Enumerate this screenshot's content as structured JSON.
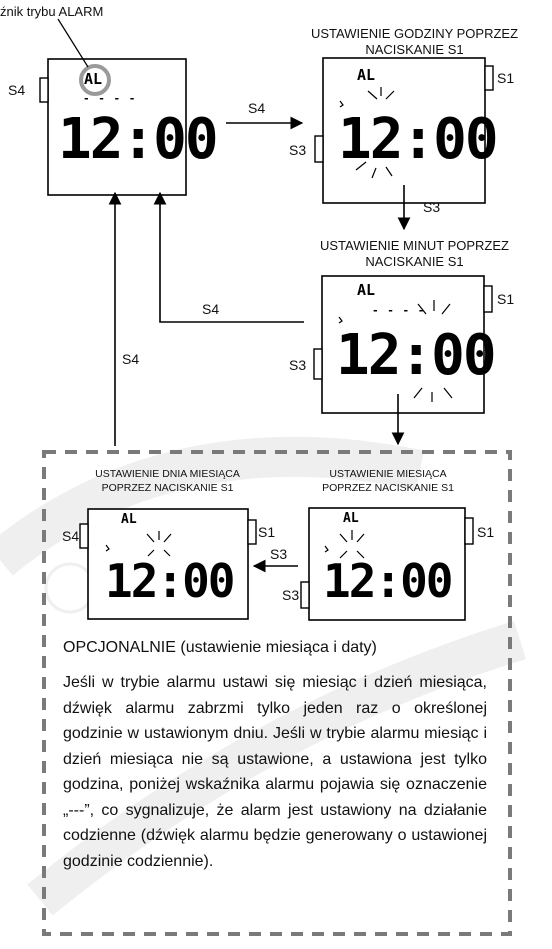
{
  "indicator_label": "źnik trybu ALARM",
  "buttons": {
    "s1": "S1",
    "s3": "S3",
    "s4": "S4"
  },
  "display": {
    "time": "12:00",
    "alarm_mark": "AL",
    "dashes": "- - - -"
  },
  "steps": {
    "set_hour": {
      "line1": "USTAWIENIE GODZINY POPRZEZ",
      "line2": "NACISKANIE S1"
    },
    "set_minute": {
      "line1": "USTAWIENIE MINUT POPRZEZ",
      "line2": "NACISKANIE S1"
    },
    "set_month": {
      "line1": "USTAWIENIE MIESIĄCA",
      "line2": "POPRZEZ NACISKANIE S1"
    },
    "set_day": {
      "line1": "USTAWIENIE DNIA MIESIĄCA",
      "line2": "POPRZEZ NACISKANIE S1"
    }
  },
  "optional_title": "OPCJONALNIE (ustawienie miesiąca i daty)",
  "optional_text": "Jeśli w trybie alarmu ustawi się miesiąc i dzień miesiąca, dźwięk alarmu zabrzmi tylko jeden raz o określonej godzinie w ustawionym dniu. Jeśli w trybie alarmu miesiąc i dzień miesiąca nie są ustawione, a ustawiona jest tylko godzina, poniżej wskaźnika alarmu pojawia się oznaczenie „---”, co sygnalizuje, że alarm jest ustawiony na działanie codzienne (dźwięk alarmu będzie generowany o ustawionej godzinie codziennie).",
  "colors": {
    "line": "#000000",
    "dashed_border": "#7a7a7a",
    "highlight_circle": "#9a9a9a",
    "watermark": "#efefef"
  }
}
